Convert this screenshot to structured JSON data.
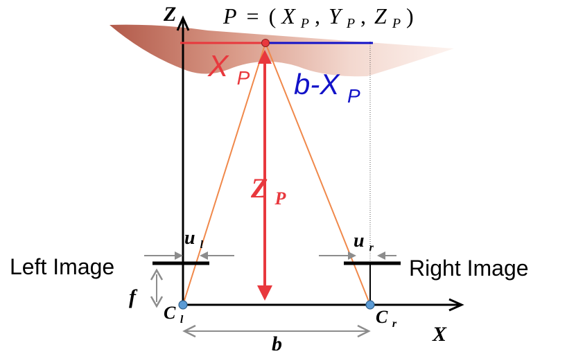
{
  "point_label": {
    "p": "P",
    "eq": "=",
    "open": "(",
    "x": "X",
    "x_sub": "P",
    "comma1": ",",
    "y": "Y",
    "y_sub": "P",
    "comma2": ",",
    "z": "Z",
    "z_sub": "P",
    "close": ")"
  },
  "axes": {
    "z_label": "Z",
    "x_label": "X"
  },
  "xp_label": {
    "main": "X",
    "sub": "P"
  },
  "bxp_label": {
    "main": "b-X",
    "sub": "P"
  },
  "zp_label": {
    "main": "Z",
    "sub": "P"
  },
  "left_image": {
    "label": "Left Image",
    "u_main": "u",
    "u_sub": "l"
  },
  "right_image": {
    "label": "Right Image",
    "u_main": "u",
    "u_sub": "r"
  },
  "focal": {
    "label": "f"
  },
  "cameras": {
    "left": {
      "main": "C",
      "sub": "l"
    },
    "right": {
      "main": "C",
      "sub": "r"
    }
  },
  "baseline": {
    "label": "b"
  },
  "colors": {
    "red": "#e8383d",
    "blue": "#1212c8",
    "orange": "#f0884a",
    "gray": "#8c8c8c",
    "camera": "#5b9bd5",
    "surface_dark": "#b55e4e",
    "surface_light": "#fbeee9"
  }
}
